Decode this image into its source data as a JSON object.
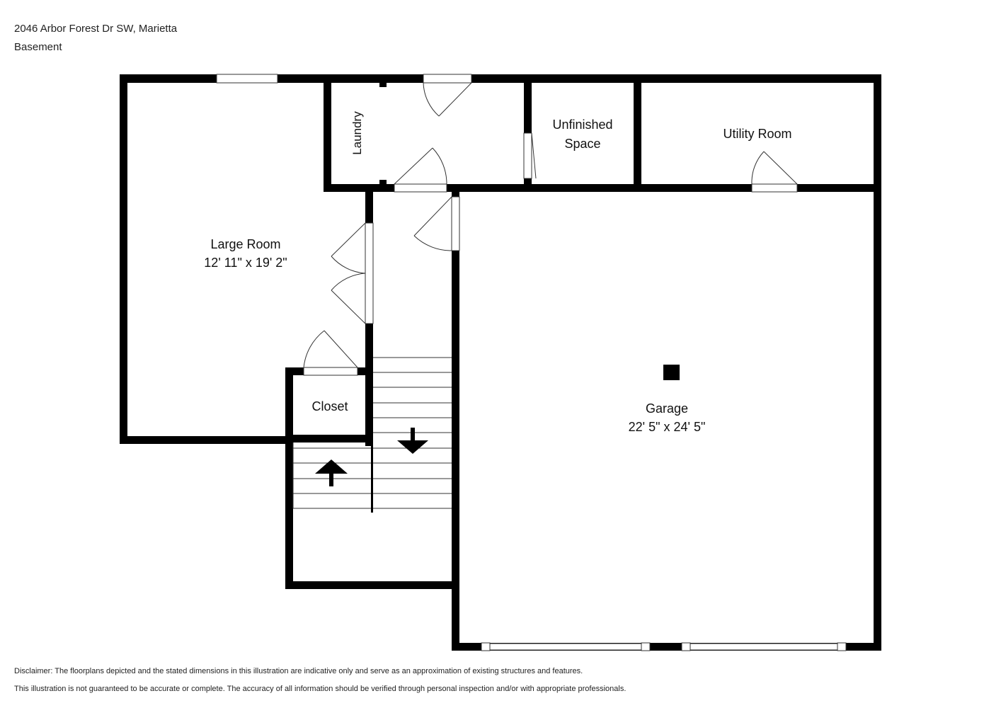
{
  "header": {
    "address": "2046 Arbor Forest Dr SW, Marietta",
    "floor": "Basement"
  },
  "rooms": {
    "large_room": {
      "name": "Large Room",
      "dims": "12' 11\" x 19' 2\""
    },
    "laundry": {
      "name": "Laundry"
    },
    "unfinished": {
      "line1": "Unfinished",
      "line2": "Space"
    },
    "utility": {
      "name": "Utility Room"
    },
    "closet": {
      "name": "Closet"
    },
    "garage": {
      "name": "Garage",
      "dims": "22' 5\" x 24' 5\""
    }
  },
  "disclaimer": {
    "line1": "Disclaimer: The floorplans depicted and the stated dimensions in this illustration are indicative only and serve as an approximation of existing structures and features.",
    "line2": "This illustration is not guaranteed to be accurate or complete. The accuracy of all information should be verified through personal inspection and/or with appropriate professionals."
  },
  "colors": {
    "wall": "#000000",
    "line": "#333333",
    "opening": "#ffffff",
    "text": "#111111"
  },
  "icons": {
    "stair_up": "arrow-up-icon",
    "stair_down": "arrow-down-icon"
  }
}
